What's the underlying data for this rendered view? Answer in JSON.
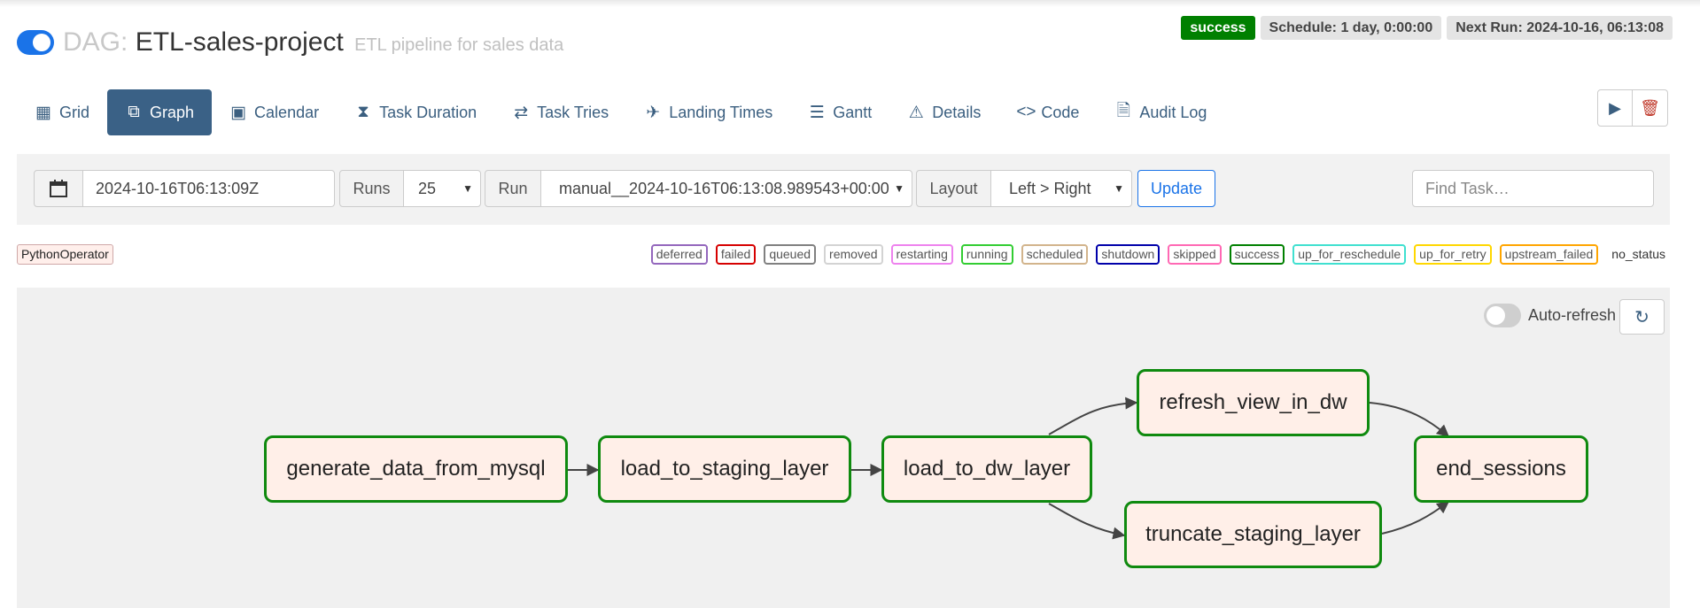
{
  "header": {
    "dag_prefix": "DAG:",
    "dag_name": "ETL-sales-project",
    "dag_description": "ETL pipeline for sales data",
    "status_badge": "success",
    "schedule": "Schedule: 1 day, 0:00:00",
    "next_run": "Next Run: 2024-10-16, 06:13:08",
    "dag_enabled": true
  },
  "nav": {
    "tabs": [
      {
        "label": "Grid",
        "icon": "grid-icon"
      },
      {
        "label": "Graph",
        "icon": "graph-icon",
        "active": true
      },
      {
        "label": "Calendar",
        "icon": "calendar-icon"
      },
      {
        "label": "Task Duration",
        "icon": "hourglass-icon"
      },
      {
        "label": "Task Tries",
        "icon": "retry-icon"
      },
      {
        "label": "Landing Times",
        "icon": "plane-landing-icon"
      },
      {
        "label": "Gantt",
        "icon": "gantt-icon"
      },
      {
        "label": "Details",
        "icon": "warning-triangle-icon"
      },
      {
        "label": "Code",
        "icon": "code-icon"
      },
      {
        "label": "Audit Log",
        "icon": "audit-log-icon"
      }
    ],
    "actions": [
      "play-icon",
      "trash-icon"
    ]
  },
  "filters": {
    "date_value": "2024-10-16T06:13:09Z",
    "runs_label": "Runs",
    "runs_value": "25",
    "run_label": "Run",
    "run_value": "manual__2024-10-16T06:13:08.989543+00:00",
    "layout_label": "Layout",
    "layout_value": "Left > Right",
    "update_label": "Update",
    "find_placeholder": "Find Task…"
  },
  "legend": {
    "operator": "PythonOperator",
    "states": [
      {
        "label": "deferred",
        "color": "#9467bd"
      },
      {
        "label": "failed",
        "color": "#d60000"
      },
      {
        "label": "queued",
        "color": "#808080"
      },
      {
        "label": "removed",
        "color": "#d3d3d3"
      },
      {
        "label": "restarting",
        "color": "#ee82ee"
      },
      {
        "label": "running",
        "color": "#32cd32"
      },
      {
        "label": "scheduled",
        "color": "#d2b48c"
      },
      {
        "label": "shutdown",
        "color": "#0000aa"
      },
      {
        "label": "skipped",
        "color": "#ff69b4"
      },
      {
        "label": "success",
        "color": "#008000"
      },
      {
        "label": "up_for_reschedule",
        "color": "#40e0d0"
      },
      {
        "label": "up_for_retry",
        "color": "#ffd700"
      },
      {
        "label": "upstream_failed",
        "color": "#ffa500"
      },
      {
        "label": "no_status",
        "color": ""
      }
    ]
  },
  "graph": {
    "auto_refresh_label": "Auto-refresh",
    "auto_refresh_on": false,
    "tasks": [
      {
        "id": "generate_data_from_mysql",
        "state": "success"
      },
      {
        "id": "load_to_staging_layer",
        "state": "success"
      },
      {
        "id": "load_to_dw_layer",
        "state": "success"
      },
      {
        "id": "refresh_view_in_dw",
        "state": "success"
      },
      {
        "id": "truncate_staging_layer",
        "state": "success"
      },
      {
        "id": "end_sessions",
        "state": "success"
      }
    ],
    "edges": [
      [
        "generate_data_from_mysql",
        "load_to_staging_layer"
      ],
      [
        "load_to_staging_layer",
        "load_to_dw_layer"
      ],
      [
        "load_to_dw_layer",
        "refresh_view_in_dw"
      ],
      [
        "load_to_dw_layer",
        "truncate_staging_layer"
      ],
      [
        "refresh_view_in_dw",
        "end_sessions"
      ],
      [
        "truncate_staging_layer",
        "end_sessions"
      ]
    ],
    "node_border_color": "#0f8a0f",
    "node_fill_color": "#ffefe8"
  }
}
